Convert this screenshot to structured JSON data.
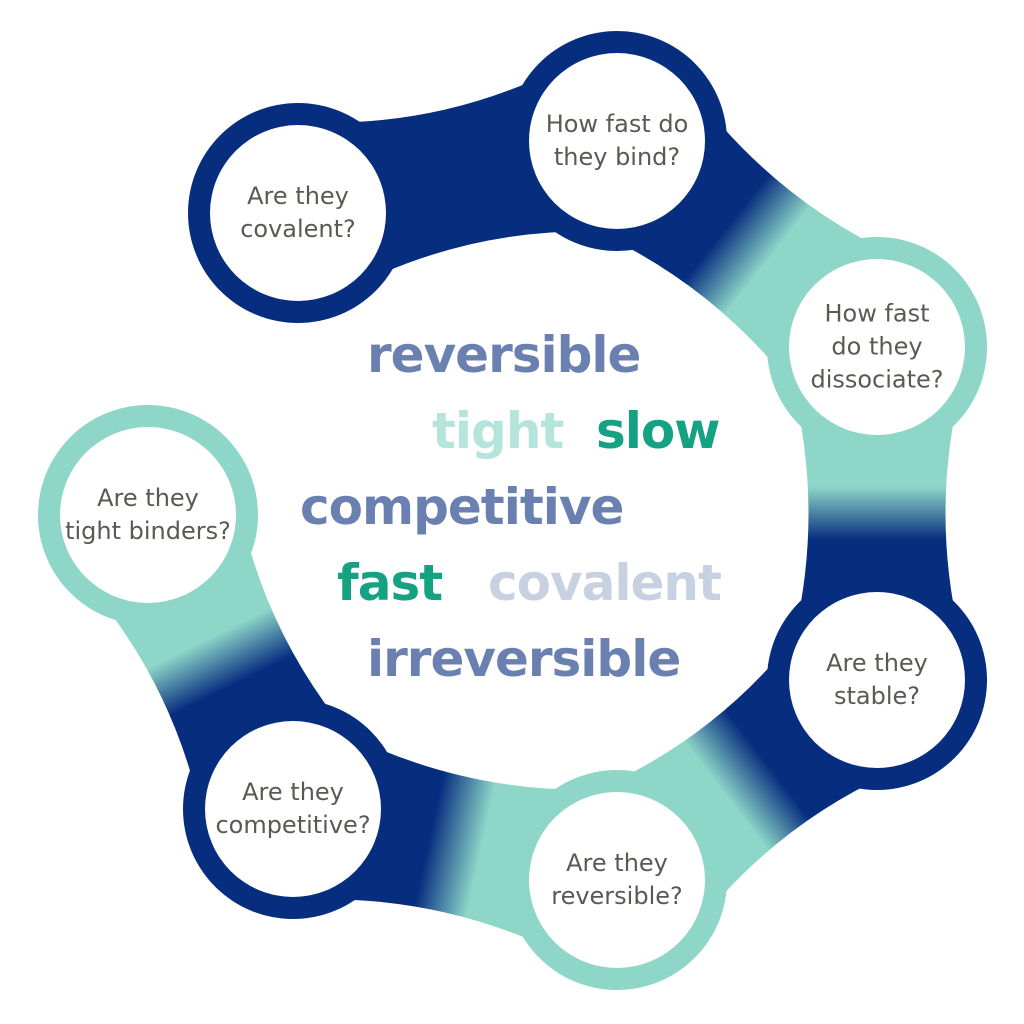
{
  "colors": {
    "navy": "#072d7f",
    "mint": "#8dd6c8",
    "slate_blue": "#6a80b0",
    "pale_mint": "#b5e4dc",
    "teal": "#14a283",
    "light_slate": "#c8d1e2",
    "label_text": "#5a5a52"
  },
  "nodes": [
    {
      "id": "covalent",
      "lines": [
        "Are they",
        "covalent?"
      ],
      "ring_color": "navy"
    },
    {
      "id": "bind",
      "lines": [
        "How fast do",
        "they bind?"
      ],
      "ring_color": "navy"
    },
    {
      "id": "dissociate",
      "lines": [
        "How fast",
        "do they",
        "dissociate?"
      ],
      "ring_color": "mint"
    },
    {
      "id": "stable",
      "lines": [
        "Are they",
        "stable?"
      ],
      "ring_color": "navy"
    },
    {
      "id": "reversible",
      "lines": [
        "Are they",
        "reversible?"
      ],
      "ring_color": "mint"
    },
    {
      "id": "competitive",
      "lines": [
        "Are they",
        "competitive?"
      ],
      "ring_color": "navy"
    },
    {
      "id": "tight",
      "lines": [
        "Are they",
        "tight binders?"
      ],
      "ring_color": "mint"
    }
  ],
  "word_cloud": [
    {
      "text": "reversible",
      "color": "slate_blue"
    },
    {
      "text": "tight",
      "color": "pale_mint"
    },
    {
      "text": "slow",
      "color": "teal"
    },
    {
      "text": "competitive",
      "color": "slate_blue"
    },
    {
      "text": "fast",
      "color": "teal"
    },
    {
      "text": "covalent",
      "color": "light_slate"
    },
    {
      "text": "irreversible",
      "color": "slate_blue"
    }
  ]
}
